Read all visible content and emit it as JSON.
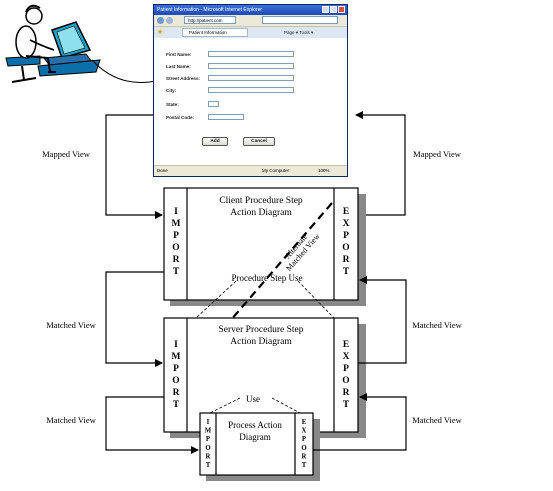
{
  "browser": {
    "title": "Patient Information - Microsoft Internet Explorer",
    "url": "http://patient.com",
    "tab": "Patient Information",
    "tools_label": "Page ▾  Tools ▾",
    "status_left": "Done",
    "status_zone": "My Computer",
    "status_zoom": "100%"
  },
  "form": {
    "fields": [
      {
        "label": "First Name:"
      },
      {
        "label": "Last Name:"
      },
      {
        "label": "Street Address:"
      },
      {
        "label": "City:"
      },
      {
        "label": "State:"
      },
      {
        "label": "Postal Code:"
      }
    ],
    "add_button": "Add",
    "cancel_button": "Cancel"
  },
  "labels": {
    "mapped_view_left": "Mapped View",
    "mapped_view_right": "Mapped View",
    "matched_view_1_left": "Matched View",
    "matched_view_1_right": "Matched View",
    "matched_view_2_left": "Matched View",
    "matched_view_2_right": "Matched View",
    "alternate_matched_view": [
      "Alternate",
      "Matched View"
    ],
    "procedure_step_use": "Procedure Step Use",
    "use": "Use"
  },
  "boxes": {
    "client": {
      "title": [
        "Client Procedure Step",
        "Action Diagram"
      ],
      "import": "IMPORT",
      "export": "EXPORT"
    },
    "server": {
      "title": [
        "Server Procedure Step",
        "Action Diagram"
      ],
      "import": "IMPORT",
      "export": "EXPORT"
    },
    "process": {
      "title": [
        "Process Action",
        "Diagram"
      ],
      "import": "IMPORT",
      "export": "EXPORT"
    }
  },
  "icons": {
    "user": "person-at-computer-icon"
  }
}
